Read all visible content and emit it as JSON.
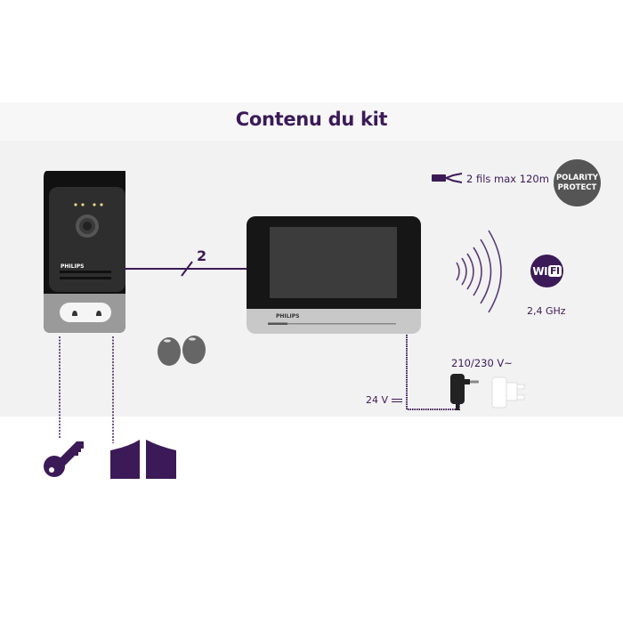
{
  "title": "Contenu du kit",
  "cable": {
    "label": "2 fils max 120m"
  },
  "badge": {
    "line1": "POLARITY",
    "line2": "PROTECT"
  },
  "wifi": {
    "wi": "WI",
    "fi": "FI",
    "frequency": "2,4 GHz"
  },
  "wiring": {
    "wire_count": "2"
  },
  "power": {
    "ac_label": "210/230 V~",
    "dc_label": "24 V"
  },
  "doorbell": {
    "brand": "PHILIPS"
  },
  "monitor": {
    "brand": "PHILIPS"
  },
  "colors": {
    "accent": "#3c1a57",
    "device_dark": "#2b2b2b",
    "device_silver": "#b5b5b5",
    "background": "#f2f2f2"
  },
  "icons": [
    "cable-icon",
    "polarity-protect-badge",
    "wifi-waves-icon",
    "wifi-badge",
    "rfid-tag-icon",
    "power-adapter-icon",
    "plug-adapter-icon",
    "key-icon",
    "gate-icon"
  ]
}
